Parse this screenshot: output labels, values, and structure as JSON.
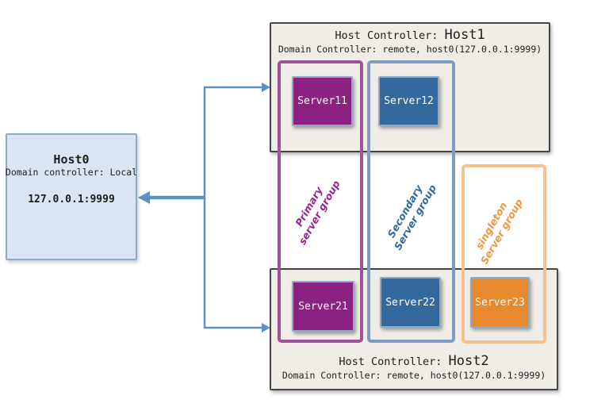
{
  "host0": {
    "title": "Host0",
    "subtitle": "Domain controller: Local",
    "address": "127.0.0.1:9999",
    "fill": "#dbe5f1",
    "border": "#88abce"
  },
  "host1": {
    "title_prefix": "Host Controller: ",
    "title_name": "Host1",
    "subtitle": "Domain Controller: remote, host0(127.0.0.1:9999)",
    "servers": [
      {
        "label": "Server11",
        "fill": "#8b2181"
      },
      {
        "label": "Server12",
        "fill": "#33699d"
      }
    ]
  },
  "host2": {
    "title_prefix": "Host Controller: ",
    "title_name": "Host2",
    "subtitle": "Domain Controller: remote, host0(127.0.0.1:9999)",
    "servers": [
      {
        "label": "Server21",
        "fill": "#8b2181"
      },
      {
        "label": "Server22",
        "fill": "#33699d"
      },
      {
        "label": "Server23",
        "fill": "#e8882f"
      }
    ]
  },
  "groups": [
    {
      "line1": "Primary",
      "line2": "server group",
      "outline": "#a1519a",
      "text_color": "#92278f"
    },
    {
      "line1": "Secondary",
      "line2": "Server group",
      "outline": "#7e9cc1",
      "text_color": "#31699e"
    },
    {
      "line1": "singleton",
      "line2": "Server group",
      "outline": "#f5c28f",
      "text_color": "#f09440"
    }
  ],
  "colors": {
    "arrow": "#5e90c3",
    "host_fill": "#efede5",
    "host_border": "#454545",
    "server_border": "#8fa9c7"
  }
}
